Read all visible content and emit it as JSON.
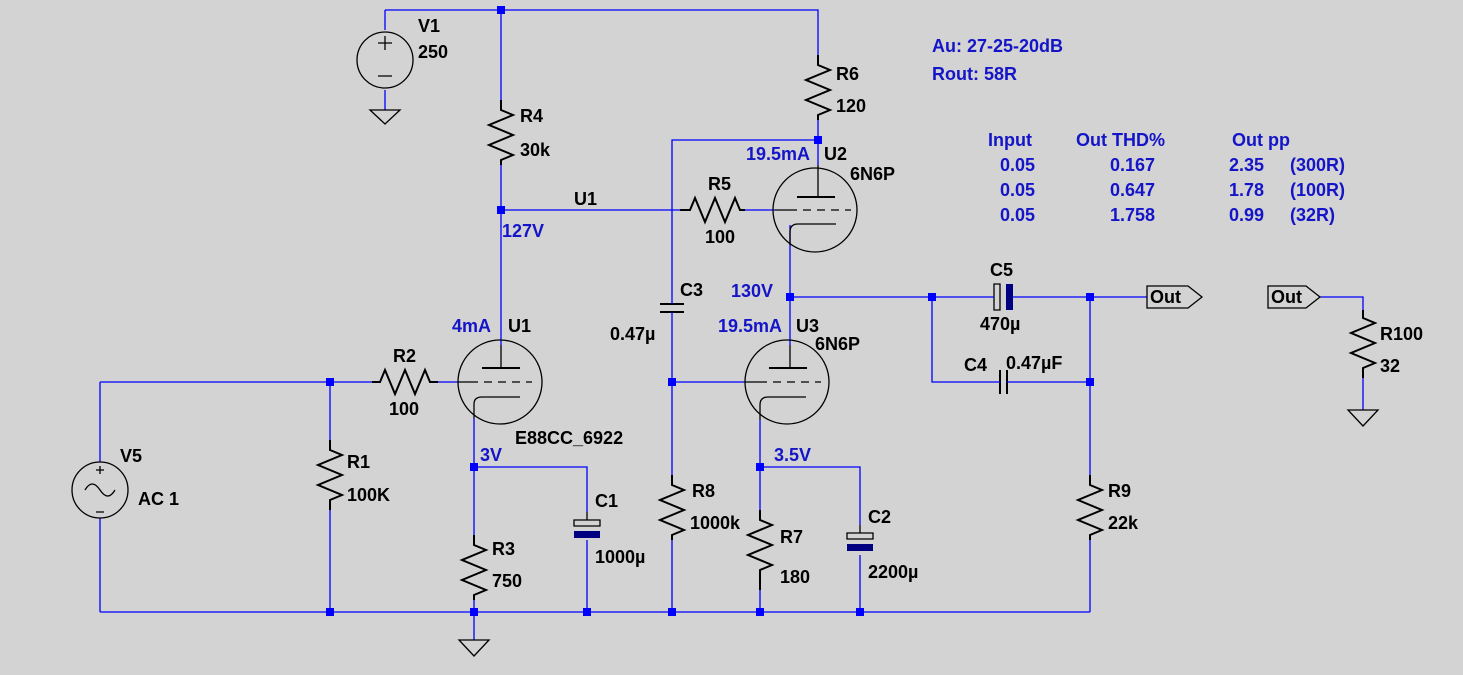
{
  "sources": {
    "v1": {
      "name": "V1",
      "value": "250"
    },
    "v5": {
      "name": "V5",
      "value": "AC 1"
    }
  },
  "resistors": {
    "r1": {
      "name": "R1",
      "value": "100K"
    },
    "r2": {
      "name": "R2",
      "value": "100"
    },
    "r3": {
      "name": "R3",
      "value": "750"
    },
    "r4": {
      "name": "R4",
      "value": "30k"
    },
    "r5": {
      "name": "R5",
      "value": "100"
    },
    "r6": {
      "name": "R6",
      "value": "120"
    },
    "r7": {
      "name": "R7",
      "value": "180"
    },
    "r8": {
      "name": "R8",
      "value": "1000k"
    },
    "r9": {
      "name": "R9",
      "value": "22k"
    },
    "r100": {
      "name": "R100",
      "value": "32"
    }
  },
  "capacitors": {
    "c1": {
      "name": "C1",
      "value": "1000µ"
    },
    "c2": {
      "name": "C2",
      "value": "2200µ"
    },
    "c3": {
      "name": "C3",
      "value": "0.47µ"
    },
    "c4": {
      "name": "C4",
      "value": "0.47µF"
    },
    "c5": {
      "name": "C5",
      "value": "470µ"
    }
  },
  "tubes": {
    "u1": {
      "name": "U1",
      "model": "E88CC_6922",
      "current": "4mA"
    },
    "u2": {
      "name": "U2",
      "model": "6N6P",
      "current": "19.5mA"
    },
    "u3": {
      "name": "U3",
      "model": "6N6P",
      "current": "19.5mA"
    }
  },
  "net_labels": {
    "u1_net": "U1",
    "out_flag": "Out",
    "out_flag_load": "Out"
  },
  "voltages": {
    "u1_plate": "127V",
    "u1_cathode": "3V",
    "u3_cathode": "3.5V",
    "output_node": "130V"
  },
  "summary": {
    "gain": "Au: 27-25-20dB",
    "rout": "Rout: 58R"
  },
  "results_table": {
    "headers": [
      "Input",
      "Out THD%",
      "Out pp"
    ],
    "rows": [
      [
        "0.05",
        "0.167",
        "2.35",
        "(300R)"
      ],
      [
        "0.05",
        "0.647",
        "1.78",
        "(100R)"
      ],
      [
        "0.05",
        "1.758",
        "0.99",
        "(32R)"
      ]
    ]
  }
}
